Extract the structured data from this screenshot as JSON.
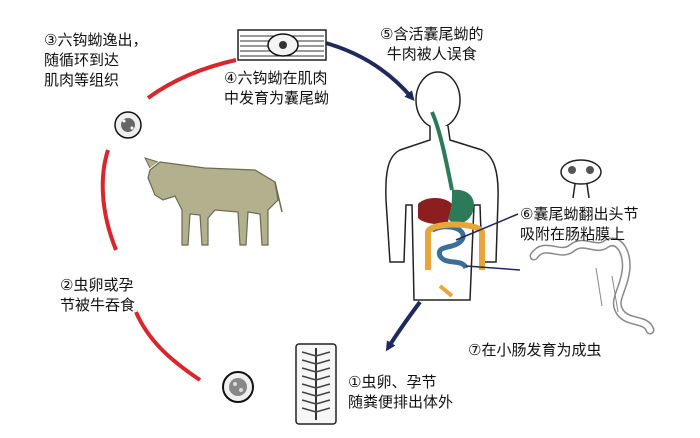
{
  "steps": [
    {
      "id": 1,
      "lines": [
        "①虫卵、孕节",
        "随粪便排出体外"
      ]
    },
    {
      "id": 2,
      "lines": [
        "②虫卵或孕",
        "节被牛吞食"
      ]
    },
    {
      "id": 3,
      "lines": [
        "③六钩蚴逸出，",
        "随循环到达",
        "肌肉等组织"
      ]
    },
    {
      "id": 4,
      "lines": [
        "④六钩蚴在肌肉",
        "中发育为囊尾蚴"
      ]
    },
    {
      "id": 5,
      "lines": [
        "⑤含活囊尾蚴的",
        "牛肉被人误食"
      ]
    },
    {
      "id": 6,
      "lines": [
        "⑥囊尾蚴翻出头节",
        "吸附在肠粘膜上"
      ]
    },
    {
      "id": 7,
      "lines": [
        "⑦在小肠发育为成虫"
      ]
    }
  ],
  "colors": {
    "red_arrow": "#d9262c",
    "navy_arrow": "#1f2a5c",
    "cow": "#b3b08e",
    "intestine": "#e8a63a",
    "stomach": "#2c7a57",
    "liver": "#8b1e1e"
  }
}
